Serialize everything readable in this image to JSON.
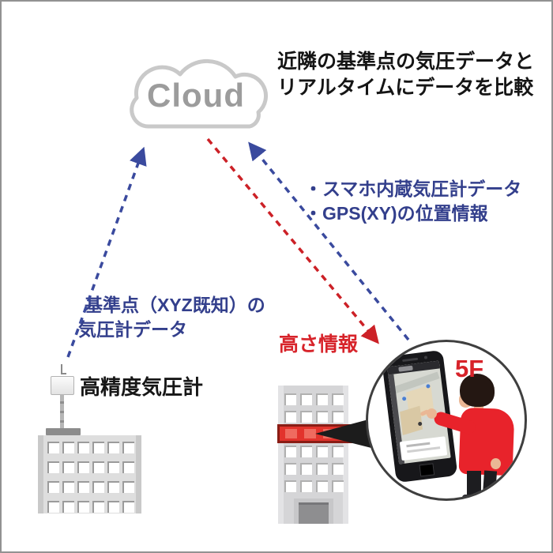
{
  "colors": {
    "navy": "#333f8c",
    "red": "#d7232a",
    "arrow-blue": "#3a4a9e",
    "arrow-red": "#cc2127",
    "cloud-outline": "#c9c9c9",
    "cloud-text": "#9c9c9c"
  },
  "cloud": {
    "label": "Cloud"
  },
  "compare_note": {
    "line1": "近隣の基準点の気圧データと",
    "line2": "リアルタイムにデータを比較"
  },
  "smartphone_upload": {
    "line1": "・スマホ内蔵気圧計データ",
    "line2": "・GPS(XY)の位置情報"
  },
  "reference_upload": {
    "line1": "基準点（XYZ既知）の",
    "line2": "気圧計データ"
  },
  "height_info": {
    "label": "高さ情報"
  },
  "barometer": {
    "label": "高精度気圧計"
  },
  "result": {
    "floor": "5F"
  }
}
